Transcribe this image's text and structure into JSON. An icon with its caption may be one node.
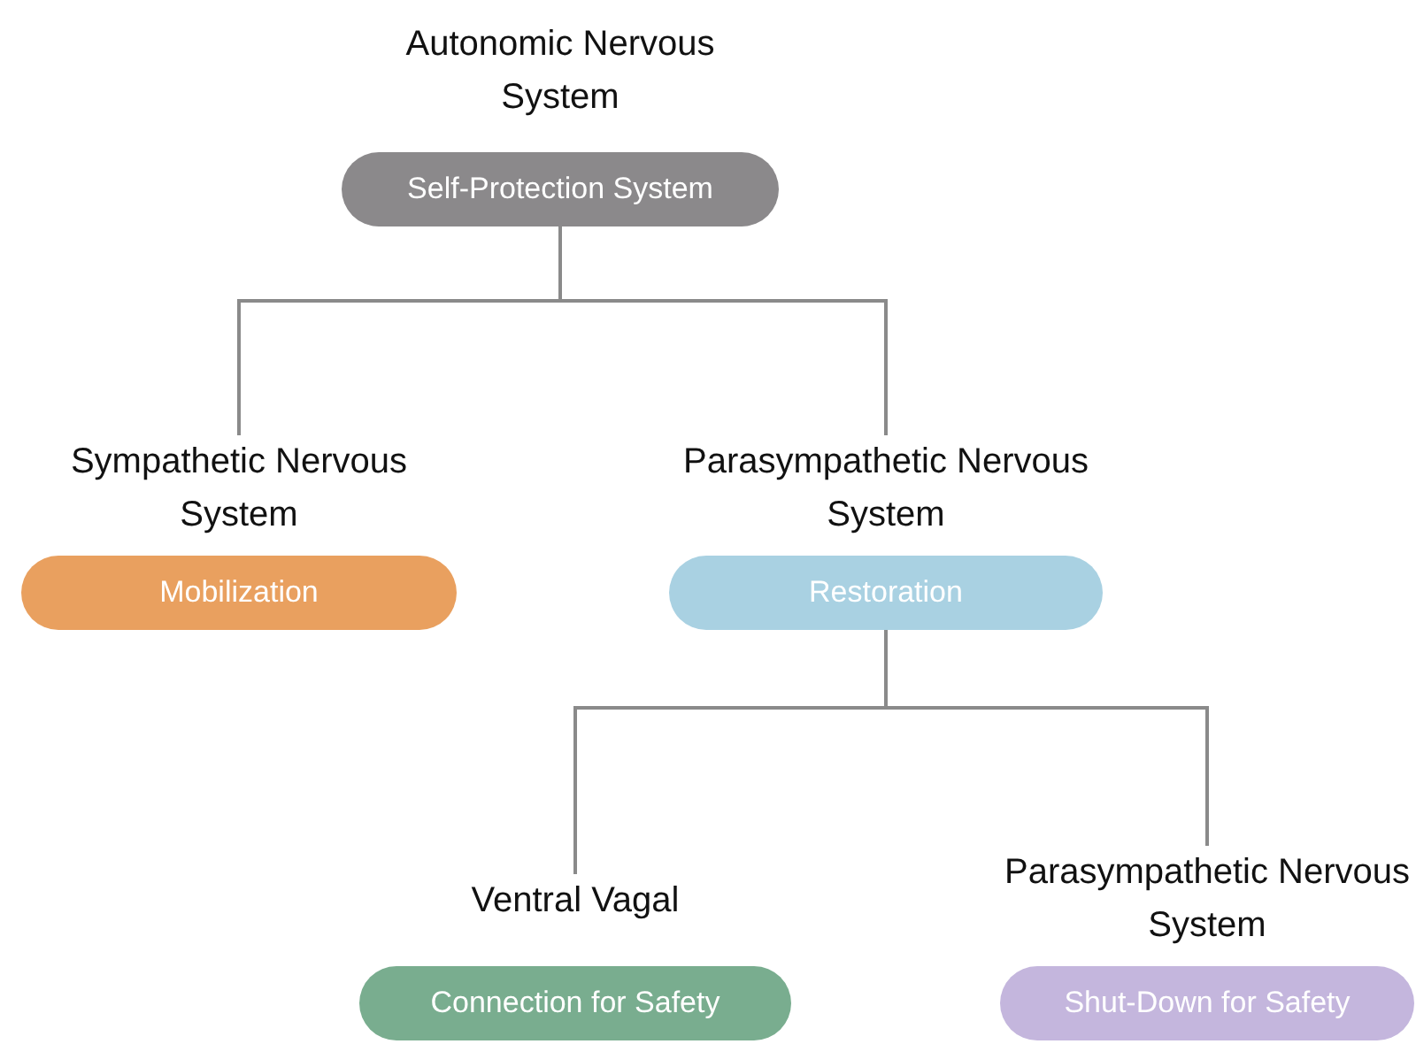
{
  "diagram": {
    "nodes": [
      {
        "text": [
          "Autonomic Nervous System",
          "Self-Protection System"
        ]
      },
      {
        "text": [
          "Sympathetic Nervous System",
          "Mobilization"
        ]
      },
      {
        "text": [
          "Parasympathetic Nervous System",
          "Restoration"
        ]
      },
      {
        "text": [
          "Ventral Vagal",
          "Connection for Safety"
        ]
      },
      {
        "text": [
          "Parasympathetic Nervous System",
          "Shut-Down for Safety"
        ]
      }
    ],
    "edges": [
      {
        "from": 0,
        "to": 1,
        "arrow": "none"
      },
      {
        "from": 0,
        "to": 2,
        "arrow": "none"
      },
      {
        "from": 2,
        "to": 3,
        "arrow": "none"
      },
      {
        "from": 2,
        "to": 4,
        "arrow": "none"
      }
    ]
  }
}
